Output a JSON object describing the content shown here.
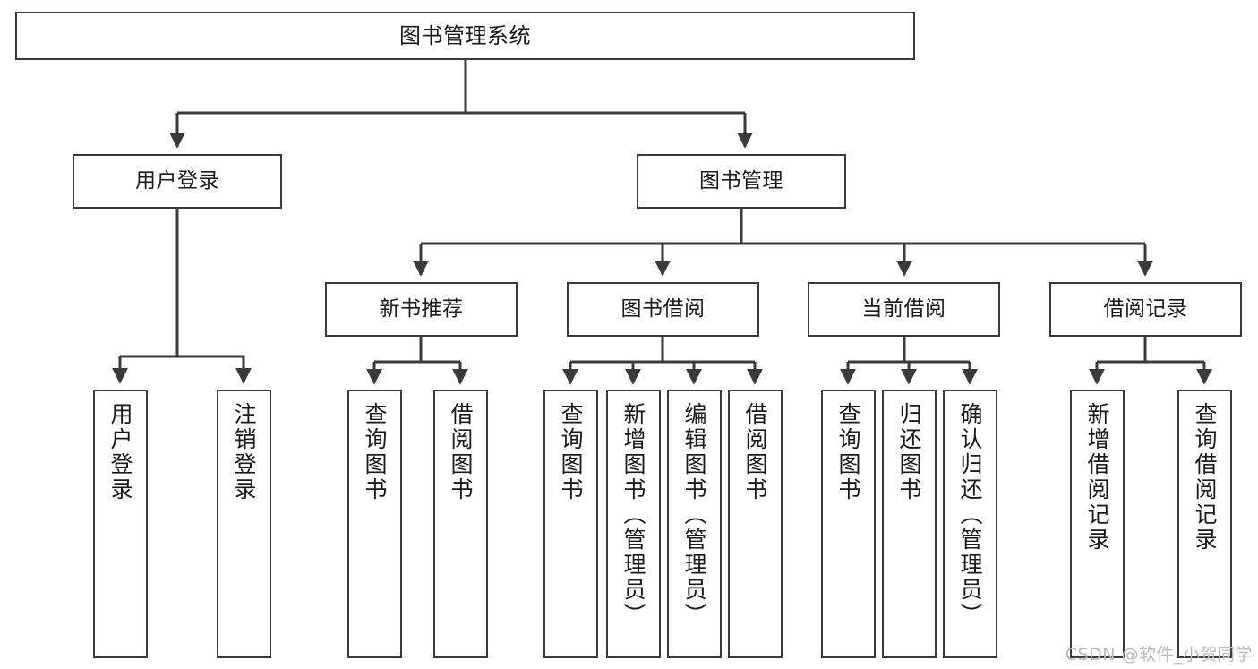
{
  "diagram": {
    "title": "图书管理系统",
    "type": "hierarchy-tree",
    "levels": 4,
    "colors": {
      "box_border": "#3a3a3a",
      "box_fill": "#ffffff",
      "edge": "#3a3a3a",
      "text": "#1a1a1a",
      "watermark": "#b9b9b9",
      "background": "#ffffff"
    },
    "root": {
      "label": "图书管理系统"
    },
    "level2": [
      {
        "label": "用户登录"
      },
      {
        "label": "图书管理"
      }
    ],
    "level3": [
      {
        "label": "新书推荐"
      },
      {
        "label": "图书借阅"
      },
      {
        "label": "当前借阅"
      },
      {
        "label": "借阅记录"
      }
    ],
    "leaves": {
      "user_login": [
        {
          "label": "用户登录"
        },
        {
          "label": "注销登录"
        }
      ],
      "new_book_recommend": [
        {
          "label": "查询图书"
        },
        {
          "label": "借阅图书"
        }
      ],
      "book_borrow": [
        {
          "label": "查询图书"
        },
        {
          "label": "新增图书（管理员）"
        },
        {
          "label": "编辑图书（管理员）"
        },
        {
          "label": "借阅图书"
        }
      ],
      "current_borrow": [
        {
          "label": "查询图书"
        },
        {
          "label": "归还图书"
        },
        {
          "label": "确认归还（管理员）"
        }
      ],
      "borrow_record": [
        {
          "label": "新增借阅记录"
        },
        {
          "label": "查询借阅记录"
        }
      ]
    }
  },
  "watermark": {
    "text": "CSDN @软件_小贺同学"
  }
}
